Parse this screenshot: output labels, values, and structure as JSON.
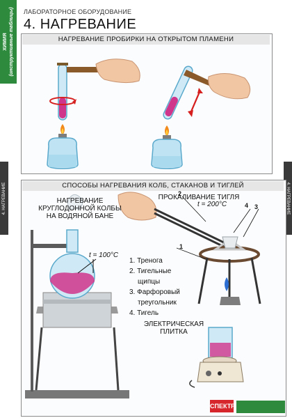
{
  "sidebar": {
    "subject": "ХИМИЯ",
    "subtitle": "(инструктивные таблицы)",
    "topic_left": "4. НАГРЕВАНИЕ",
    "topic_right": "4. НАГРЕВАНИЕ"
  },
  "header": {
    "category": "ЛАБОРАТОРНОЕ ОБОРУДОВАНИЕ",
    "title": "4. НАГРЕВАНИЕ"
  },
  "section1": {
    "title": "НАГРЕВАНИЕ ПРОБИРКИ НА ОТКРЫТОМ ПЛАМЕНИ"
  },
  "section2": {
    "title": "СПОСОБЫ НАГРЕВАНИЯ КОЛБ, СТАКАНОВ И ТИГЛЕЙ",
    "water_bath_label_1": "НАГРЕВАНИЕ",
    "water_bath_label_2": "КРУГЛОДОННОЙ КОЛБЫ",
    "water_bath_label_3": "НА ВОДЯНОЙ БАНЕ",
    "water_temp": "t = 100°C",
    "crucible_label": "ПРОКАЛИВАНИЕ ТИГЛЯ",
    "crucible_temp": "t = 200°C",
    "parts": [
      "1. Тренога",
      "2. Тигельные",
      "щипцы",
      "3. Фарфоровый",
      "треугольник",
      "4. Тигель"
    ],
    "callouts": [
      "1",
      "2",
      "3",
      "4"
    ],
    "plate_label_1": "ЭЛЕКТРИЧЕСКАЯ",
    "plate_label_2": "ПЛИТКА"
  },
  "footer": {
    "logo": "СПЕКТР"
  },
  "colors": {
    "green": "#2e8b3e",
    "dark": "#3a3a3a",
    "liquid": "#d0358c",
    "glass": "#8fd0ea",
    "flame": "#f28a1c"
  }
}
